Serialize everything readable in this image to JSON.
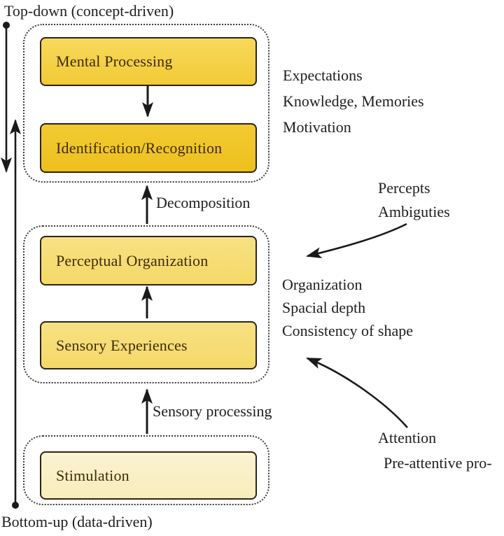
{
  "labels": {
    "top_down": "Top-down (concept-driven)",
    "bottom_up": "Bottom-up (data-driven)",
    "decomposition": "Decomposition",
    "sensory_processing": "Sensory processing"
  },
  "stages": [
    {
      "id": "concept-driven-cluster",
      "boxes": [
        {
          "label": "Mental Processing"
        },
        {
          "label": "Identification/Recognition"
        }
      ]
    },
    {
      "id": "perceptual-cluster",
      "boxes": [
        {
          "label": "Perceptual Organization"
        },
        {
          "label": "Sensory Experiences"
        }
      ]
    },
    {
      "id": "stimulus-cluster",
      "boxes": [
        {
          "label": "Stimulation"
        }
      ]
    }
  ],
  "annotations": {
    "top_right": {
      "lines": [
        "Expectations",
        "Knowledge, Memories",
        "Motivation"
      ]
    },
    "percepts": {
      "lines": [
        "Percepts",
        "Ambiguties"
      ]
    },
    "organization": {
      "lines": [
        "Organization",
        "Spacial depth",
        "Consistency of shape"
      ]
    },
    "attention": {
      "lines": [
        "Attention",
        "Pre-attentive pro-"
      ]
    }
  },
  "colors": {
    "box1_top": "#f8d95c",
    "box1_bottom": "#f1ca35",
    "box2_top": "#f3ca33",
    "box2_bottom": "#edc01d",
    "box34_top": "#f8e184",
    "box34_bottom": "#f4d867",
    "box5_top": "#fbf3d2",
    "box5_bottom": "#f8ecbb",
    "box_border": "#2d2414",
    "box_text": "#3b2d07",
    "label_text": "#1e1e1e",
    "line": "#1a1a1a"
  }
}
